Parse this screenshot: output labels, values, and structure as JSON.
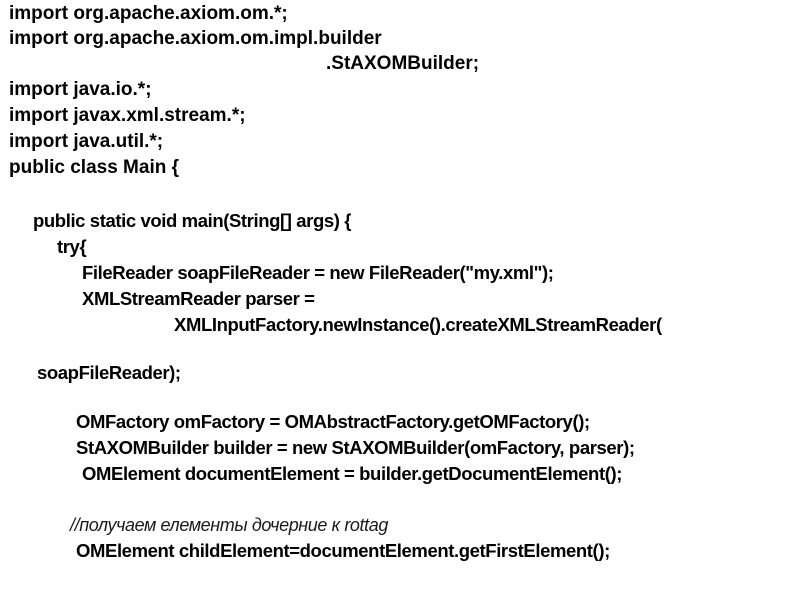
{
  "document": {
    "lines": [
      "import org.apache.axiom.om.*;",
      "import org.apache.axiom.om.impl.builder",
      ".StAXOMBuilder;",
      "import java.io.*;",
      "import javax.xml.stream.*;",
      "import java.util.*;",
      "public class Main {",
      "public static void main(String[] args) {",
      "try{",
      "FileReader soapFileReader = new FileReader(\"my.xml\");",
      "XMLStreamReader parser =",
      "XMLInputFactory.newInstance().createXMLStreamReader(",
      "soapFileReader);",
      "OMFactory omFactory = OMAbstractFactory.getOMFactory();",
      "StAXOMBuilder builder = new StAXOMBuilder(omFactory, parser);",
      "OMElement documentElement = builder.getDocumentElement();",
      "//получаем елементы дочерние к rottag",
      "OMElement childElement=documentElement.getFirstElement();"
    ]
  }
}
